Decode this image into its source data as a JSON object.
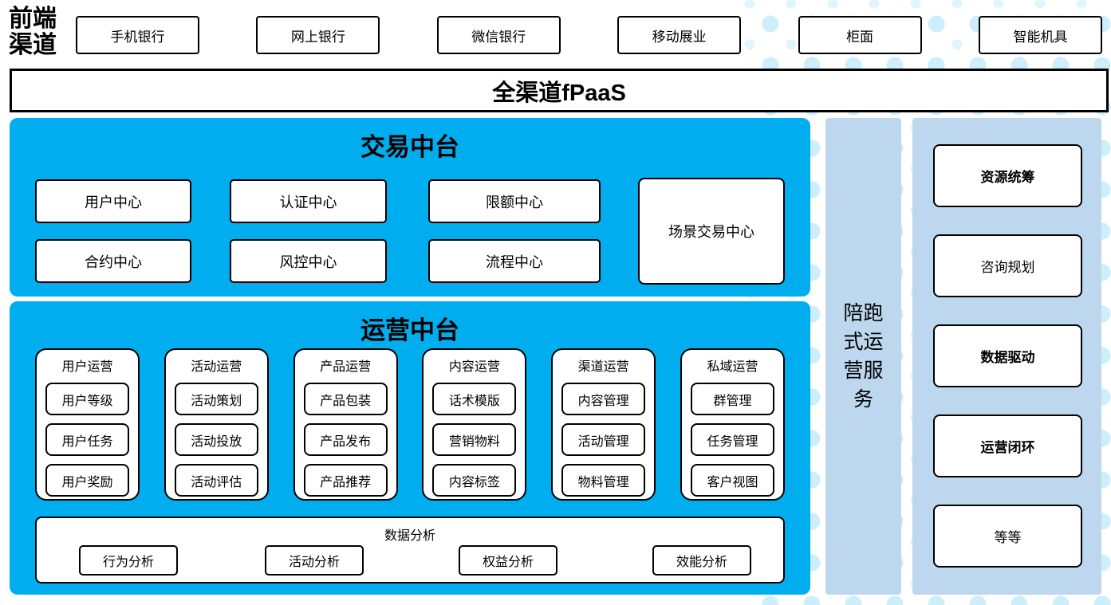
{
  "front_channels": {
    "label": "前端渠道",
    "items": [
      "手机银行",
      "网上银行",
      "微信银行",
      "移动展业",
      "柜面",
      "智能机具"
    ]
  },
  "fpaas_bar": {
    "label": "全渠道fPaaS"
  },
  "transaction_platform": {
    "title": "交易中台",
    "grid_items": [
      "用户中心",
      "认证中心",
      "限额中心",
      "合约中心",
      "风控中心",
      "流程中心"
    ],
    "tall_item": "场景交易中心"
  },
  "operation_platform": {
    "title": "运营中台",
    "columns": [
      {
        "title": "用户运营",
        "items": [
          "用户等级",
          "用户任务",
          "用户奖励"
        ]
      },
      {
        "title": "活动运营",
        "items": [
          "活动策划",
          "活动投放",
          "活动评估"
        ]
      },
      {
        "title": "产品运营",
        "items": [
          "产品包装",
          "产品发布",
          "产品推荐"
        ]
      },
      {
        "title": "内容运营",
        "items": [
          "话术模版",
          "营销物料",
          "内容标签"
        ]
      },
      {
        "title": "渠道运营",
        "items": [
          "内容管理",
          "活动管理",
          "物料管理"
        ]
      },
      {
        "title": "私域运营",
        "items": [
          "群管理",
          "任务管理",
          "客户视图"
        ]
      }
    ],
    "analysis": {
      "title": "数据分析",
      "items": [
        "行为分析",
        "活动分析",
        "权益分析",
        "效能分析"
      ]
    }
  },
  "side_bar": {
    "label": "陪跑式运营服务"
  },
  "right_panel": {
    "items": [
      {
        "label": "资源统筹",
        "bold": true
      },
      {
        "label": "咨询规划",
        "bold": false
      },
      {
        "label": "数据驱动",
        "bold": true
      },
      {
        "label": "运营闭环",
        "bold": true
      },
      {
        "label": "等等",
        "bold": false
      }
    ]
  },
  "colors": {
    "bright_blue": "#00AEEF",
    "light_blue": "#BCD7EE",
    "dot_pattern": "#CDEEFB",
    "box_border": "#000000",
    "box_fill": "#FFFFFF"
  }
}
